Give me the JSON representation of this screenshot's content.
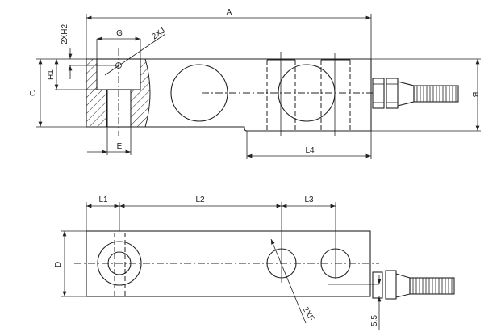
{
  "labels": {
    "A": "A",
    "B": "B",
    "C": "C",
    "D": "D",
    "E": "E",
    "G": "G",
    "H1": "H1",
    "H2": "2XH2",
    "J": "2XJ",
    "F": "2XF",
    "L1": "L1",
    "L2": "L2",
    "L3": "L3",
    "L4": "L4",
    "offset": "5.5"
  }
}
